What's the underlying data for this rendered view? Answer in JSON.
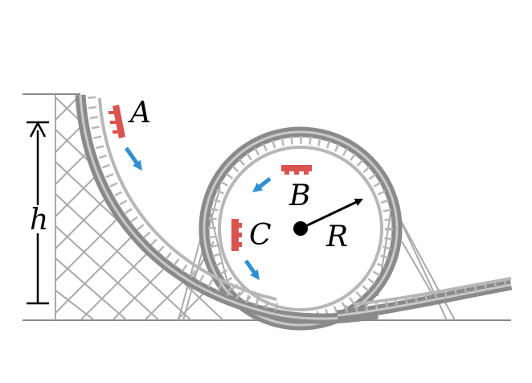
{
  "labels": {
    "point_a": "A",
    "point_b": "B",
    "point_c": "C",
    "height": "h",
    "radius": "R"
  },
  "colors": {
    "track": "#8a8a8a",
    "track_light": "#b7b7b7",
    "lattice": "#a9a9a9",
    "car": "#d9534f",
    "arrow": "#2f8fd0",
    "ink": "#000000"
  }
}
